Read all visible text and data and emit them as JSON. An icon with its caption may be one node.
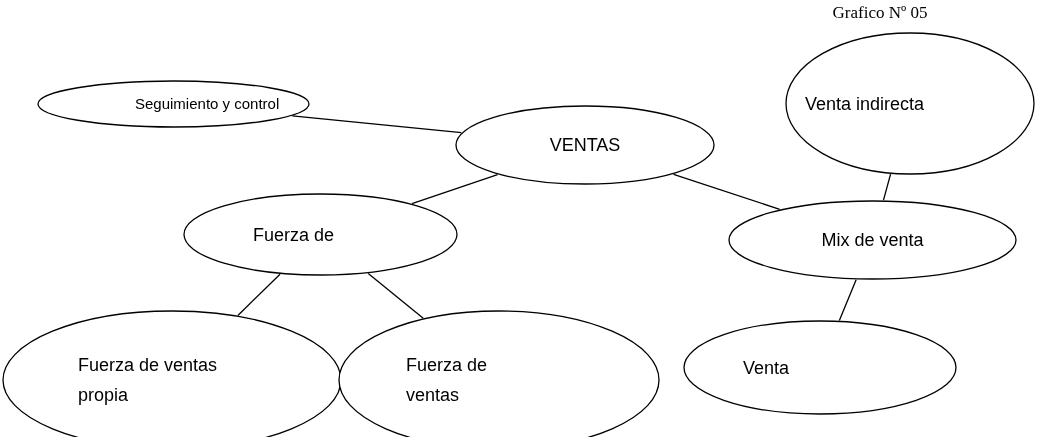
{
  "diagram": {
    "title": "Grafico Nº 05",
    "nodes": [
      {
        "text": [
          "Seguimiento y control"
        ]
      },
      {
        "text": [
          "VENTAS"
        ]
      },
      {
        "text": [
          "Venta indirecta"
        ]
      },
      {
        "text": [
          "Fuerza de"
        ]
      },
      {
        "text": [
          "Mix de venta"
        ]
      },
      {
        "text": [
          "Fuerza de ventas propia"
        ]
      },
      {
        "text": [
          "Fuerza de ventas"
        ]
      },
      {
        "text": [
          "Venta"
        ]
      }
    ],
    "edges": [
      {
        "from": 0,
        "to": 1,
        "arrow": "none"
      },
      {
        "from": 1,
        "to": 3,
        "arrow": "none"
      },
      {
        "from": 1,
        "to": 4,
        "arrow": "none"
      },
      {
        "from": 4,
        "to": 2,
        "arrow": "none"
      },
      {
        "from": 3,
        "to": 5,
        "arrow": "none"
      },
      {
        "from": 3,
        "to": 6,
        "arrow": "none"
      },
      {
        "from": 4,
        "to": 7,
        "arrow": "none"
      }
    ]
  }
}
